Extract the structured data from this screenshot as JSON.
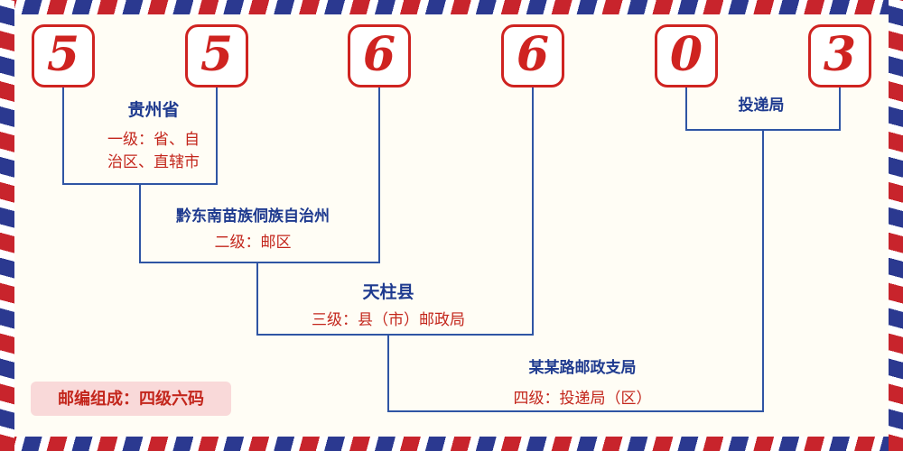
{
  "colors": {
    "digit_red": "#cf2320",
    "label_blue": "#1e3a8f",
    "desc_red": "#c3261c",
    "line_blue": "#2f55a4",
    "badge_bg": "#f9d9d9",
    "stripe_red": "#c8242c",
    "stripe_blue": "#2b3990"
  },
  "postal_code": {
    "digits": [
      "5",
      "5",
      "6",
      "6",
      "0",
      "3"
    ]
  },
  "labels": {
    "level1": {
      "name": "贵州省",
      "desc_line1": "一级：省、自",
      "desc_line2": "治区、直辖市"
    },
    "level2": {
      "name": "黔东南苗族侗族自治州",
      "desc": "二级：邮区"
    },
    "level3": {
      "name": "天柱县",
      "desc": "三级：县（市）邮政局"
    },
    "level4": {
      "name": "某某路邮政支局",
      "desc": "四级：投递局（区）"
    },
    "delivery": {
      "name": "投递局"
    }
  },
  "footer": {
    "badge": "邮编组成：四级六码"
  }
}
